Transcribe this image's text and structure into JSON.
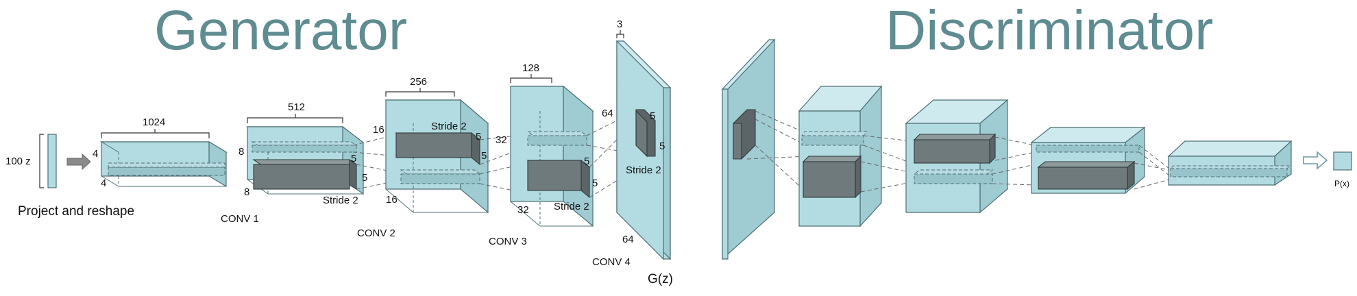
{
  "titles": {
    "generator": "Generator",
    "discriminator": "Discriminator"
  },
  "input": {
    "label": "100 z",
    "project_label": "Project and reshape"
  },
  "layers": {
    "project": {
      "width": "1024",
      "h": "4",
      "d": "4"
    },
    "conv1": {
      "name": "CONV 1",
      "width": "512",
      "h": "8",
      "d": "8",
      "kernel_a": "5",
      "kernel_b": "5",
      "stride": "Stride 2"
    },
    "conv2": {
      "name": "CONV 2",
      "width": "256",
      "h": "16",
      "d": "16",
      "kernel_a": "5",
      "kernel_b": "5",
      "stride": "Stride 2"
    },
    "conv3": {
      "name": "CONV 3",
      "width": "128",
      "h": "32",
      "d": "32",
      "kernel_a": "5",
      "kernel_b": "5",
      "stride": "Stride 2"
    },
    "conv4": {
      "name": "CONV 4",
      "width": "3",
      "h": "64",
      "d": "64",
      "kernel_a": "5",
      "kernel_b": "5",
      "stride": "Stride 2"
    }
  },
  "output": {
    "gz": "G(z)",
    "px": "P(x)"
  },
  "colors": {
    "title": "#5e8c91",
    "block": "#b3dce2",
    "kernel": "#6f7a7c"
  }
}
